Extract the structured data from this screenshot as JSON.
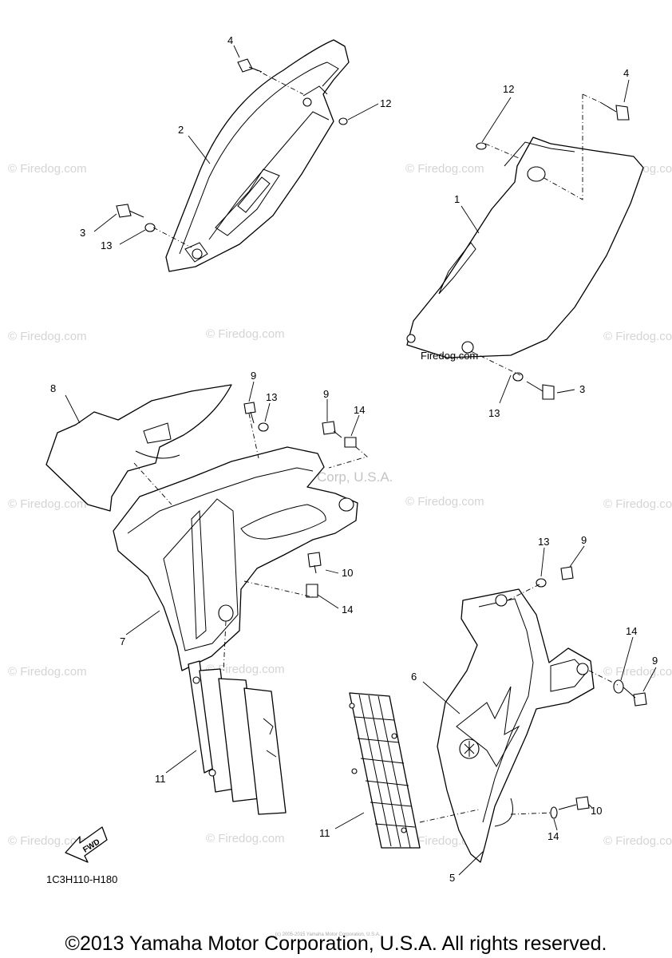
{
  "diagram": {
    "callouts": {
      "c4_left": "4",
      "c2": "2",
      "c12_left": "12",
      "c3_left": "3",
      "c13_left": "13",
      "c12_right": "12",
      "c4_right": "4",
      "c1": "1",
      "c13_right_upper": "13",
      "c3_right": "3",
      "c8": "8",
      "c9_a": "9",
      "c13_mid": "13",
      "c9_b": "9",
      "c14_a": "14",
      "c10_a": "10",
      "c14_b": "14",
      "c7": "7",
      "c13_lower": "13",
      "c9_c": "9",
      "c14_c": "14",
      "c9_d": "9",
      "c6": "6",
      "c11_left": "11",
      "c11_right": "11",
      "c10_b": "10",
      "c14_d": "14",
      "c5": "5"
    },
    "part_label": "Firedog.com",
    "fwd_label": "FWD",
    "diagram_code": "1C3H110-H180"
  },
  "watermarks": {
    "firedog": "© Firedog.com",
    "center": "Yamaha Motor Corp, U.S.A.",
    "tiny": "(c) 2005-2015 Yamaha Motor Corporation, U.S.A."
  },
  "footer": {
    "copyright": "©2013 Yamaha Motor Corporation, U.S.A. All rights reserved."
  }
}
